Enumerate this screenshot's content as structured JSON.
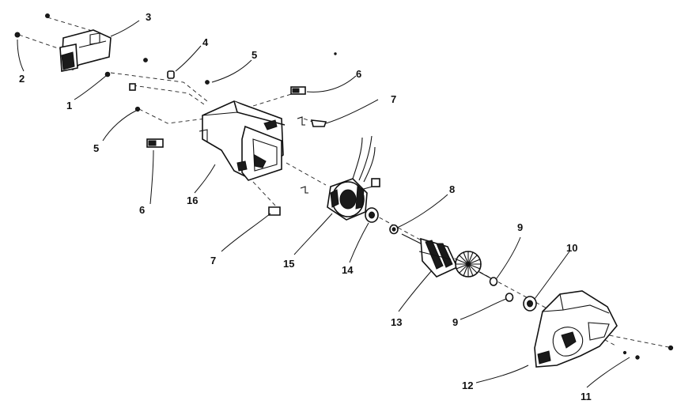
{
  "callouts": [
    {
      "id": "1",
      "text": "1"
    },
    {
      "id": "2",
      "text": "2"
    },
    {
      "id": "3",
      "text": "3"
    },
    {
      "id": "4",
      "text": "4"
    },
    {
      "id": "5a",
      "text": "5"
    },
    {
      "id": "5b",
      "text": "5"
    },
    {
      "id": "6a",
      "text": "6"
    },
    {
      "id": "6b",
      "text": "6"
    },
    {
      "id": "7a",
      "text": "7"
    },
    {
      "id": "7b",
      "text": "7"
    },
    {
      "id": "8",
      "text": "8"
    },
    {
      "id": "9a",
      "text": "9"
    },
    {
      "id": "9b",
      "text": "9"
    },
    {
      "id": "10",
      "text": "10"
    },
    {
      "id": "11",
      "text": "11"
    },
    {
      "id": "12",
      "text": "12"
    },
    {
      "id": "13",
      "text": "13"
    },
    {
      "id": "14",
      "text": "14"
    },
    {
      "id": "15",
      "text": "15"
    },
    {
      "id": "16",
      "text": "16"
    }
  ]
}
